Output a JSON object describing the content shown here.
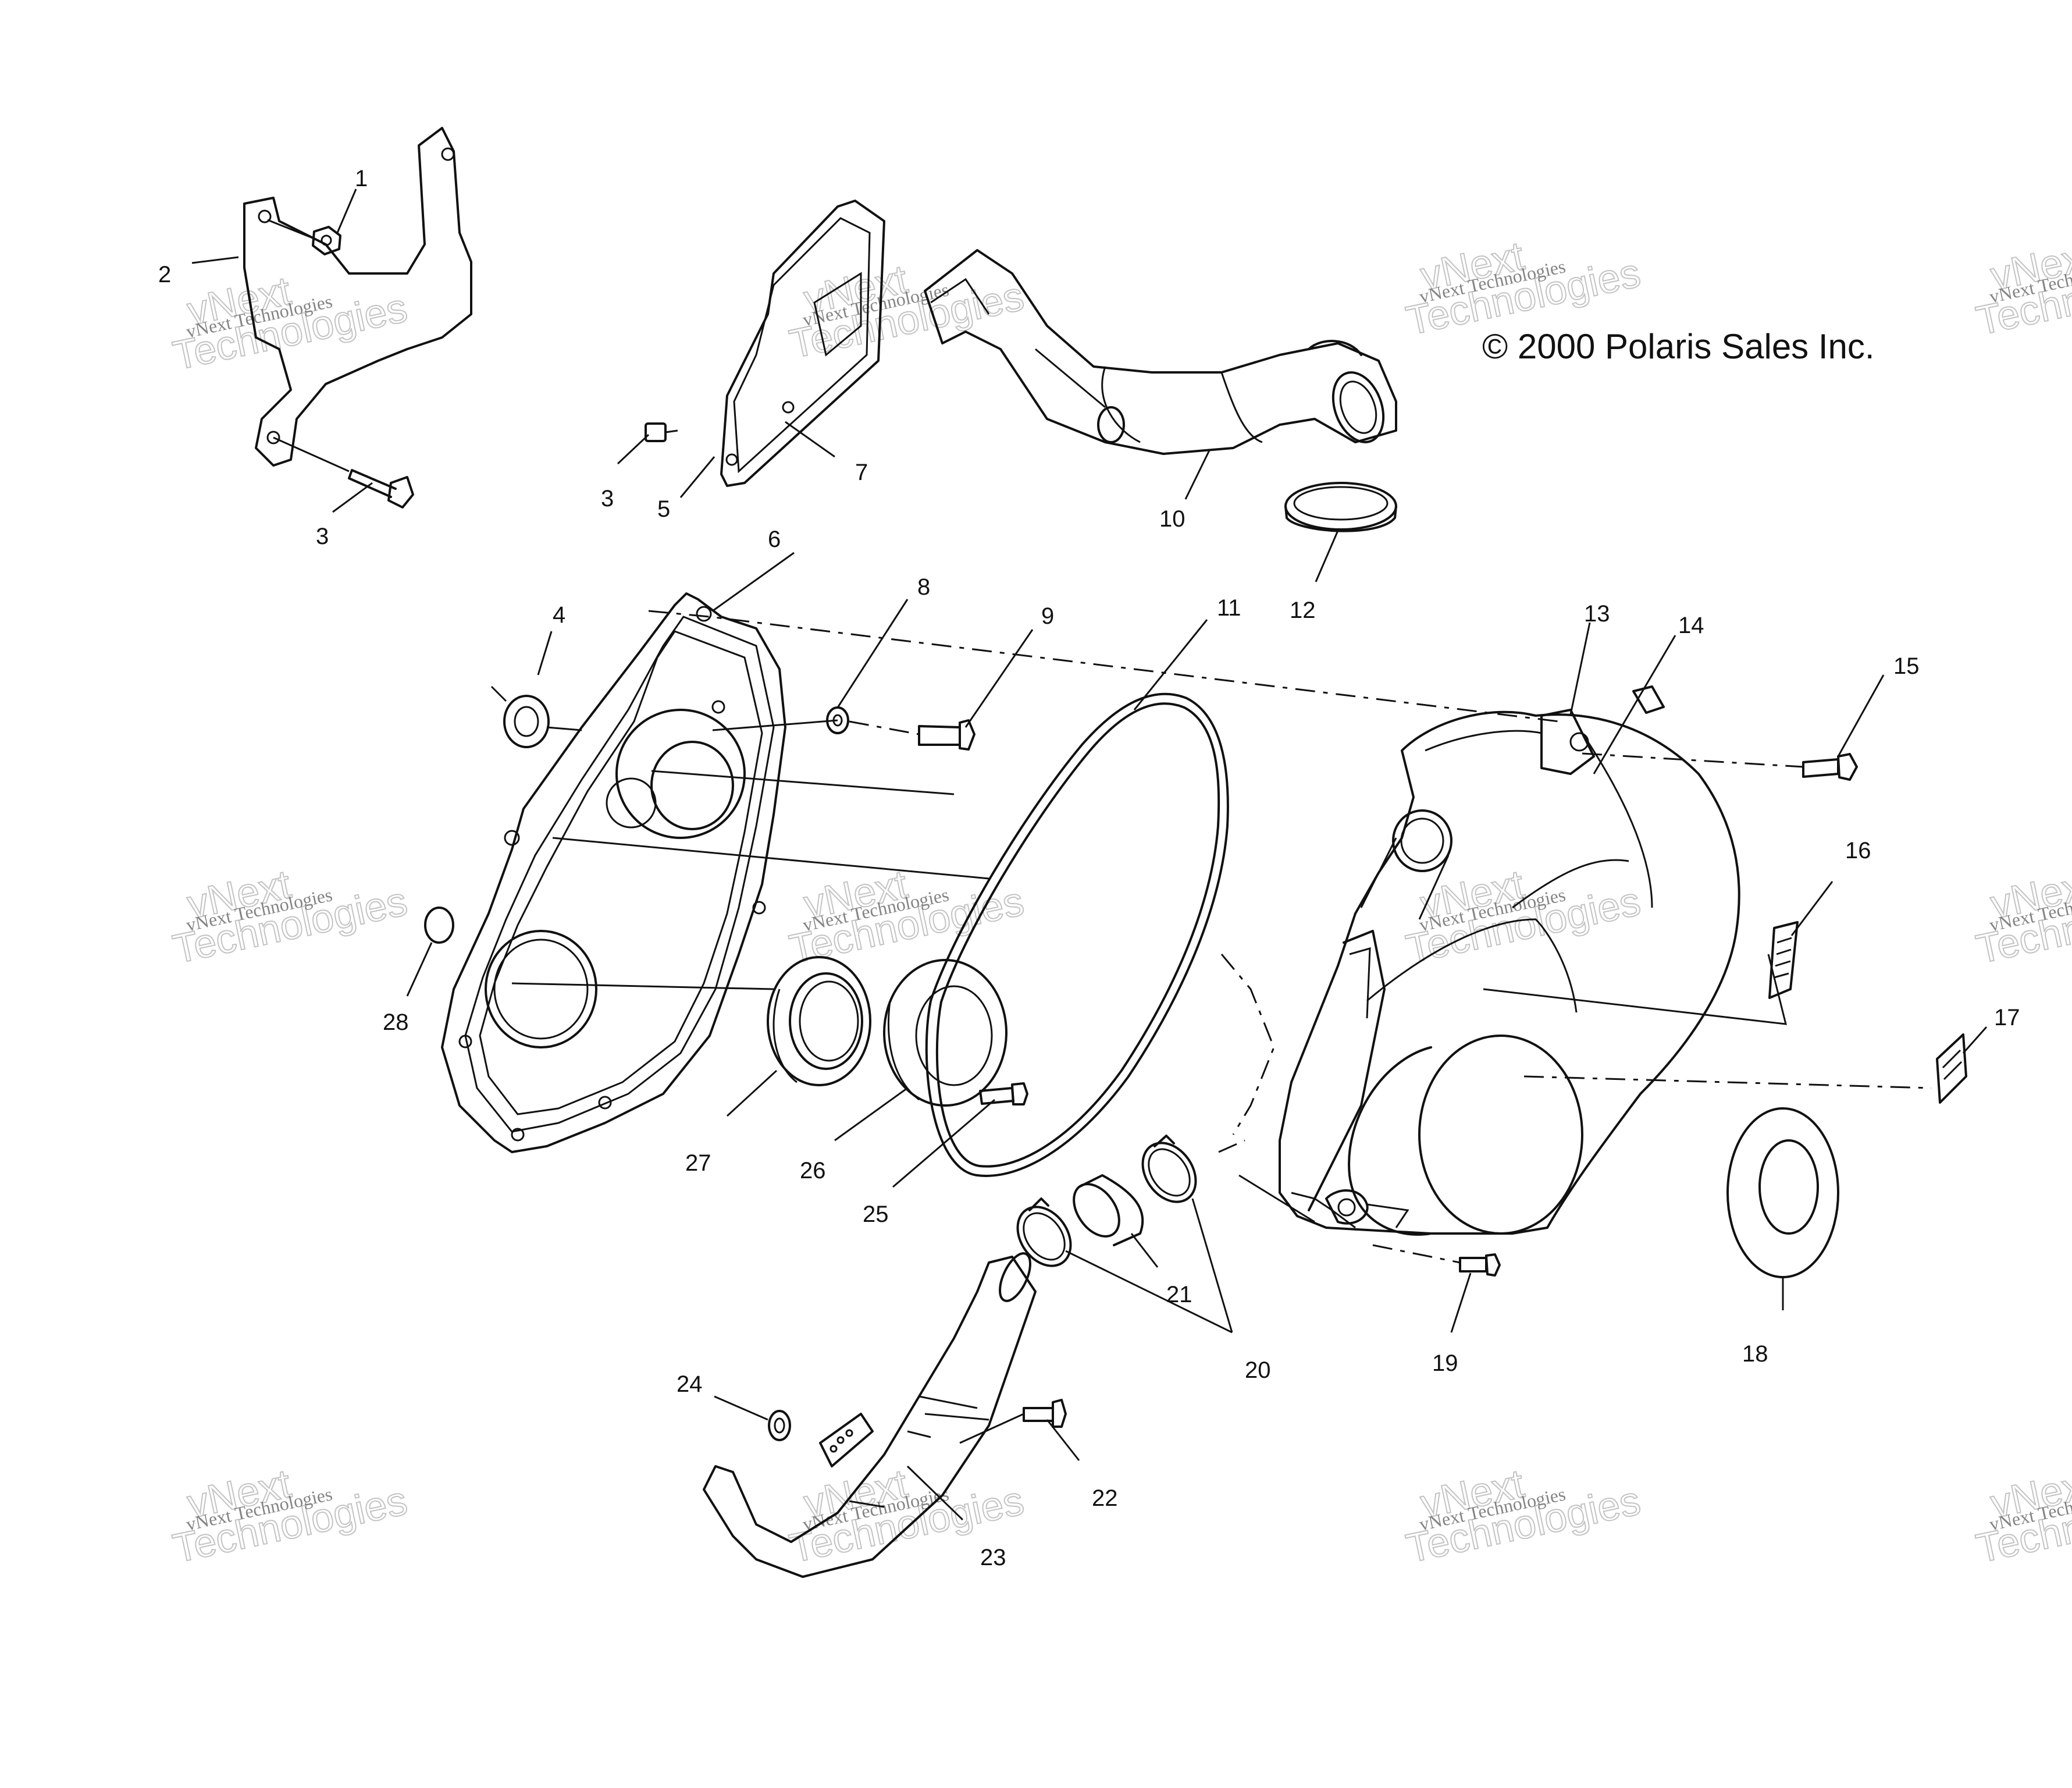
{
  "copyright": "© 2000 Polaris Sales Inc.",
  "watermark": {
    "line1": "vNext Technologies",
    "line2": "vNext",
    "line3": "Technologies"
  },
  "callouts": [
    "1",
    "2",
    "3",
    "3",
    "4",
    "5",
    "6",
    "7",
    "8",
    "9",
    "10",
    "11",
    "12",
    "13",
    "14",
    "15",
    "16",
    "17",
    "18",
    "19",
    "20",
    "21",
    "22",
    "23",
    "24",
    "25",
    "26",
    "27",
    "28"
  ]
}
